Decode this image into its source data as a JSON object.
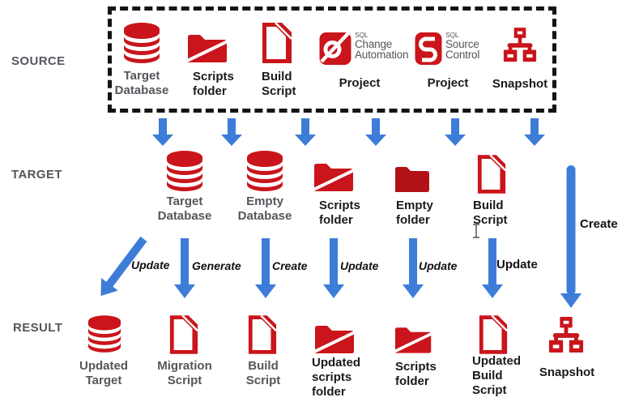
{
  "colors": {
    "red": "#C9151B",
    "red_dark": "#B01217",
    "blue": "#3D7DD8",
    "gray": "#54565B",
    "black": "#1A1A1A"
  },
  "rows": {
    "source": "SOURCE",
    "target": "TARGET",
    "result": "RESULT"
  },
  "source": {
    "items": [
      {
        "line1": "Target",
        "line2": "Database"
      },
      {
        "line1": "Scripts",
        "line2": "folder"
      },
      {
        "line1": "Build",
        "line2": "Script"
      },
      {
        "line1": "Project"
      },
      {
        "line1": "Project"
      },
      {
        "line1": "Snapshot"
      }
    ],
    "logos": {
      "sca": {
        "tag": "SQL",
        "name1": "Change",
        "name2": "Automation"
      },
      "ssc": {
        "tag": "SQL",
        "name1": "Source",
        "name2": "Control"
      }
    }
  },
  "target": {
    "items": [
      {
        "line1": "Target",
        "line2": "Database"
      },
      {
        "line1": "Empty",
        "line2": "Database"
      },
      {
        "line1": "Scripts",
        "line2": "folder"
      },
      {
        "line1": "Empty",
        "line2": "folder"
      },
      {
        "line1": "Build",
        "line2": "Script"
      }
    ]
  },
  "result": {
    "items": [
      {
        "line1": "Updated",
        "line2": "Target"
      },
      {
        "line1": "Migration",
        "line2": "Script"
      },
      {
        "line1": "Build",
        "line2": "Script"
      },
      {
        "line1": "Updated",
        "line2": "scripts",
        "line3": "folder"
      },
      {
        "line1": "Scripts",
        "line2": "folder"
      },
      {
        "line1": "Updated",
        "line2": "Build",
        "line3": "Script"
      },
      {
        "line1": "Snapshot"
      }
    ]
  },
  "arrows": {
    "target_result": [
      {
        "label": "Update"
      },
      {
        "label": "Generate"
      },
      {
        "label": "Create"
      },
      {
        "label": "Update"
      },
      {
        "label": "Update"
      },
      {
        "label": "Update"
      }
    ],
    "create_right": {
      "label": "Create"
    }
  }
}
